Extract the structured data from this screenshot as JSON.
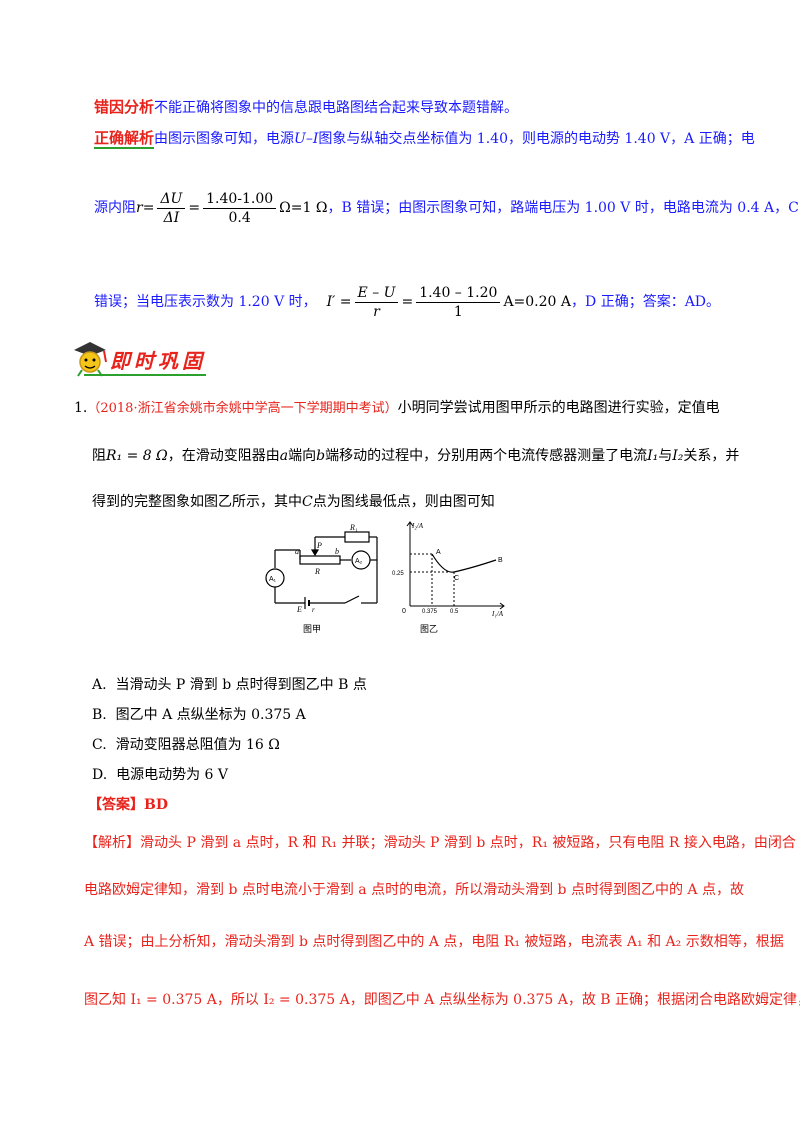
{
  "error_analysis": {
    "tag": "错因分析",
    "text": "不能正确将图象中的信息跟电路图结合起来导致本题错解。"
  },
  "correct_analysis": {
    "tag": "正确解析",
    "line1": "由图示图象可知，电源",
    "ui": "U–I",
    "line1b": "图象与纵轴交点坐标值为 1.40，则电源的电动势 1.40 V，A 正确；电",
    "line2a": "源内阻",
    "r_eq": "r=",
    "frac1_num": "ΔU",
    "frac1_den": "ΔI",
    "eq": "=",
    "frac2_num": "1.40-1.00",
    "frac2_den": "0.4",
    "result1": "Ω=1 Ω",
    "line2b": "，B 错误；由图示图象可知，路端电压为 1.00 V 时，电路电流为 0.4 A，C",
    "line3a": "错误；当电压表示数为 1.20 V 时，",
    "i_prime": "I′ =",
    "frac3_num": "E – U",
    "frac3_den": "r",
    "frac4_num": "1.40 – 1.20",
    "frac4_den": "1",
    "result2": "A=0.20 A",
    "line3b": "，D 正确；答案：AD。"
  },
  "section": {
    "title": "即时巩固"
  },
  "question": {
    "number": "1.",
    "source": "（2018·浙江省余姚市余姚中学高一下学期期中考试）",
    "text1": "小明同学尝试用图甲所示的电路图进行实验，定值电",
    "text2a": "阻",
    "r1": "R₁ = 8 Ω",
    "text2b": "，在滑动变阻器由",
    "a": "a",
    "text2c": "端向",
    "b": "b",
    "text2d": "端移动的过程中，分别用两个电流传感器测量了电流",
    "i1": "I₁",
    "text2e": "与",
    "i2": "I₂",
    "text2f": "关系，并",
    "text3a": "得到的完整图象如图乙所示，其中",
    "c": "C",
    "text3b": "点为图线最低点，则由图可知"
  },
  "figures": {
    "circuit_caption": "图甲",
    "graph_caption": "图乙",
    "labels": {
      "R1": "R₁",
      "P": "P",
      "a": "a",
      "b": "b",
      "R": "R",
      "A1": "A₁",
      "A2": "A₂",
      "E": "E",
      "r": "r",
      "y_axis": "I₂/A",
      "x_axis": "I₁/A",
      "origin": "0",
      "y_tick": "0.25",
      "x_tick1": "0.375",
      "x_tick2": "0.5",
      "pt_A": "A",
      "pt_B": "B",
      "pt_C": "C"
    }
  },
  "options": [
    {
      "key": "A.",
      "text": "当滑动头 P 滑到 b 点时得到图乙中 B 点"
    },
    {
      "key": "B.",
      "text": "图乙中 A 点纵坐标为 0.375 A"
    },
    {
      "key": "C.",
      "text": "滑动变阻器总阻值为 16 Ω"
    },
    {
      "key": "D.",
      "text": "电源电动势为 6 V"
    }
  ],
  "answer": {
    "label": "【答案】",
    "value": "BD"
  },
  "explanation": {
    "label": "【解析】",
    "line1": "滑动头 P 滑到 a 点时，R 和 R₁ 并联；滑动头 P 滑到 b 点时，R₁ 被短路，只有电阻 R 接入电路，由闭合",
    "line2": "电路欧姆定律知，滑到 b 点时电流小于滑到 a 点时的电流，所以滑动头滑到 b 点时得到图乙中的 A 点，故",
    "line3": "A 错误；由上分析知，滑动头滑到 b 点时得到图乙中的 A 点，电阻 R₁ 被短路，电流表 A₁ 和 A₂ 示数相等，根据",
    "line4": "图乙知 I₁ = 0.375 A，所以 I₂ = 0.375 A，即图乙中 A 点纵坐标为 0.375 A，故 B 正确；根据闭合电路欧姆定律，"
  }
}
